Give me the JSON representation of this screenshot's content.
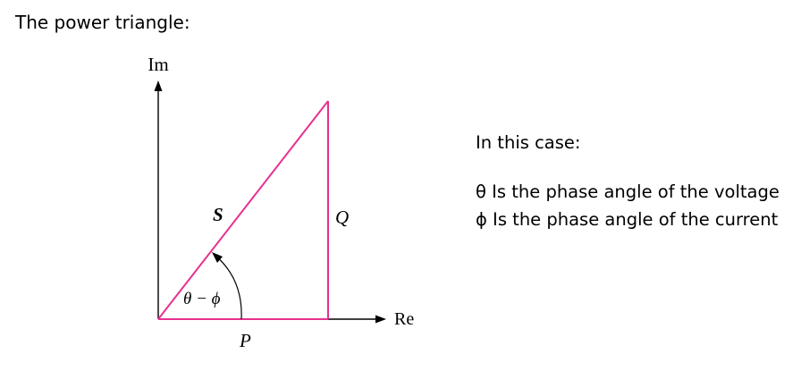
{
  "heading": "The power triangle:",
  "diagram": {
    "axis_y_label": "Im",
    "axis_x_label": "Re",
    "hypotenuse_label": "S",
    "vertical_side_label": "Q",
    "base_label": "P",
    "angle_label": "θ − ϕ",
    "triangle_color": "#e8308f",
    "axis_color": "#000000"
  },
  "notes": {
    "intro": "In this case:",
    "theta_line": "θ Is the phase angle of the voltage",
    "phi_line": "ϕ Is the phase angle of the current"
  }
}
